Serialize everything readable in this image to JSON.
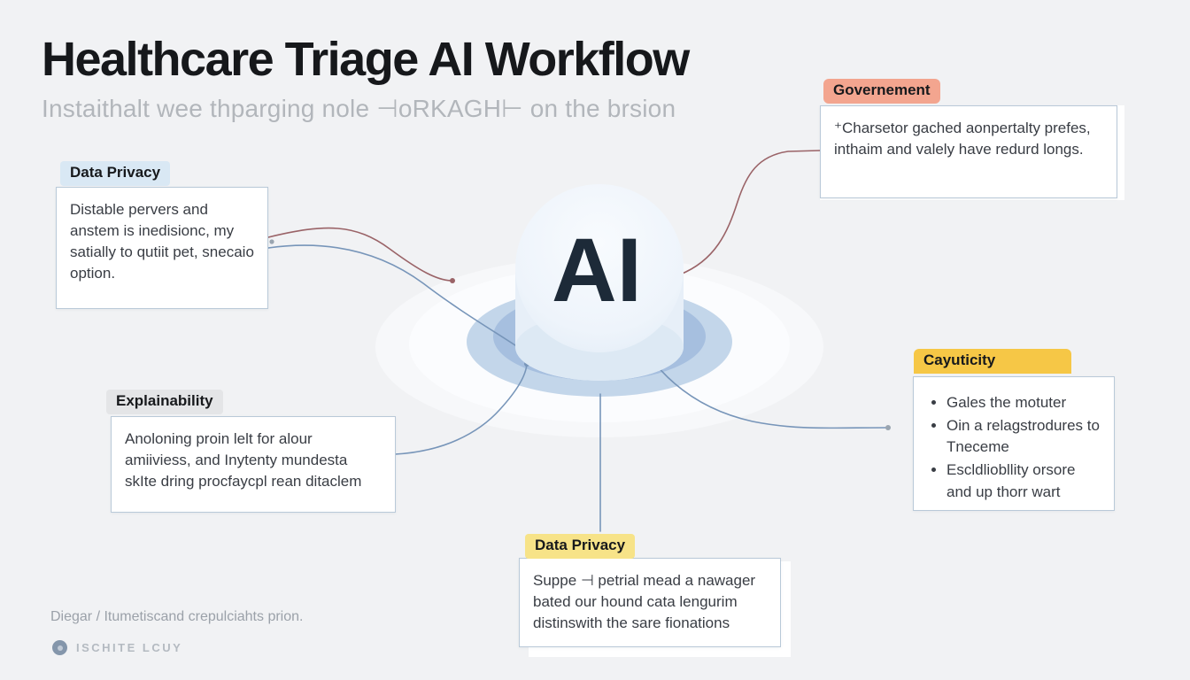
{
  "title": "Healthcare Triage AI Workflow",
  "subtitle": "Instaithalt wee thparging nole ⊣oRKAGH⊢ on the brsion",
  "center": {
    "label": "AI"
  },
  "nodes": {
    "data_privacy_left": {
      "label": "Data Privacy",
      "text": "Distable pervers and anstem is inedisionc, my satially to qutiit pet, snecaio option."
    },
    "governement": {
      "label": "Governement",
      "text": "⁺Charsetor gached aonpertalty prefes, inthaim and valely have redurd longs."
    },
    "explainability": {
      "label": "Explainability",
      "text": "Anoloning proin lelt for alour amiiviess, and Inytenty mundesta skIte dring procfaycpl rean ditaclem"
    },
    "cayuticity": {
      "label": "Cayuticity",
      "bullets": [
        "Gales the motuter",
        "Oin a relagstrodures to Tneceme",
        "Escldliobllity orsore and up thorr wart"
      ]
    },
    "data_privacy_bottom": {
      "label": "Data Privacy",
      "text": "Suppe ⊣ petrial mead a nawager bated our hound cata lengurim distinswith the sare fionations"
    }
  },
  "footer": {
    "note": "Diegar / Itumetiscand crepulciahts prion.",
    "brand": "ISCHITE LCUY"
  },
  "colors": {
    "background": "#f1f2f4",
    "ai_text": "#1d2a38",
    "platform_blue": "#c3d6ea",
    "platform_dark_blue": "#a6bfdf",
    "chip_blue": "#d9e8f4",
    "chip_salmon": "#f3a58f",
    "chip_gray": "#e4e5e7",
    "chip_amber": "#f6c746",
    "chip_yellow": "#f7e388",
    "connector_red": "#9a6367",
    "connector_blue": "#7795b9"
  }
}
